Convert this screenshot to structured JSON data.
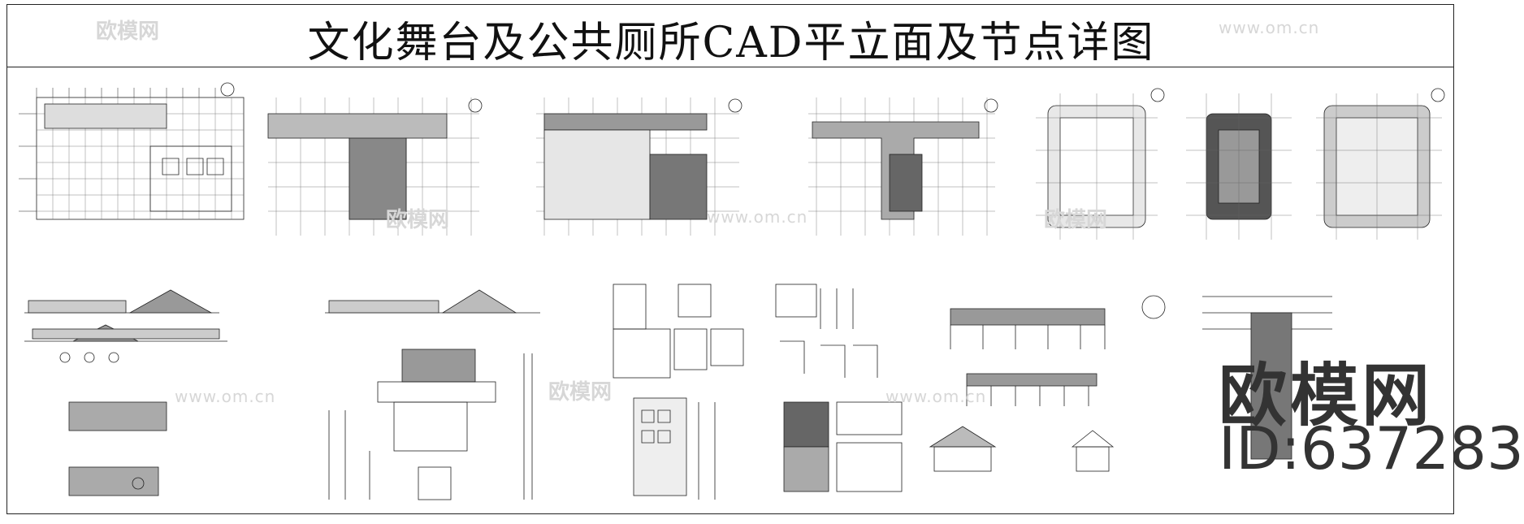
{
  "title": "文化舞台及公共厕所CAD平立面及节点详图",
  "watermark": {
    "brand": "欧模网",
    "url": "www.om.cn",
    "logo_text": "欧模网",
    "id_text": "ID:637283"
  },
  "colors": {
    "ink": "#222222",
    "watermark": "#d7d7d7"
  }
}
